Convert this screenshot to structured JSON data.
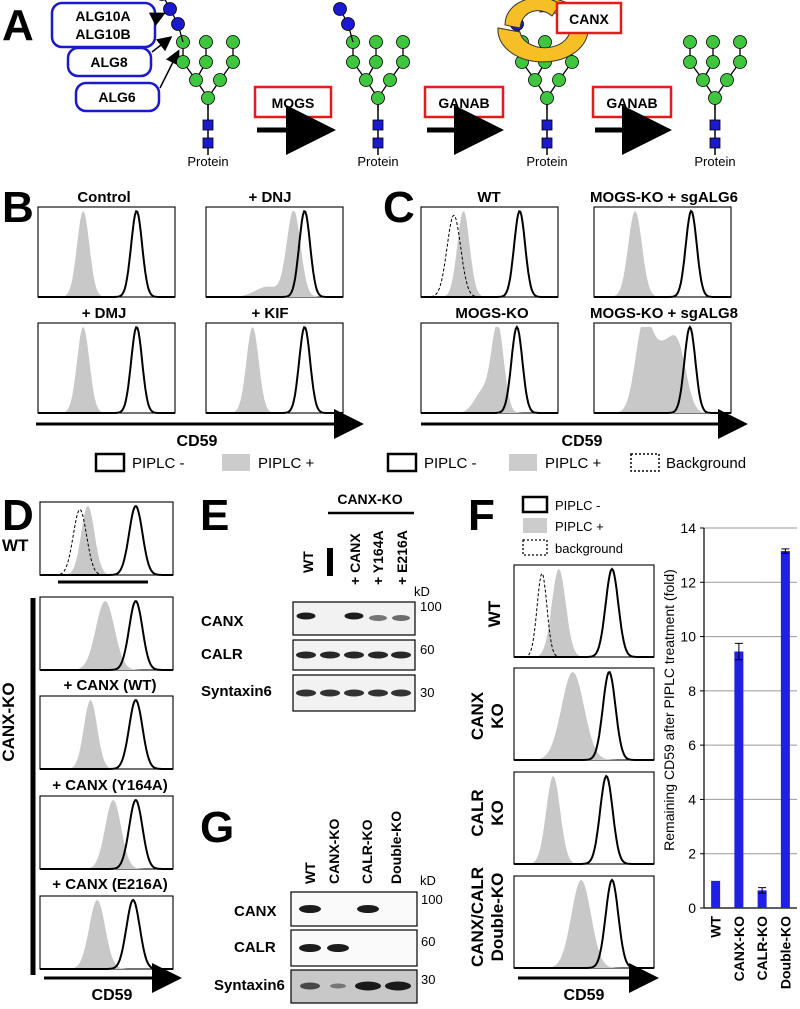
{
  "panelA": {
    "letter": "A",
    "enzymes": [
      "ALG10A",
      "ALG10B",
      "ALG8",
      "ALG6"
    ],
    "steps": [
      "MOGS",
      "GANAB",
      "GANAB"
    ],
    "chaperone": "CANX",
    "protein_label": "Protein"
  },
  "panelB": {
    "letter": "B",
    "titles": [
      "Control",
      "+ DNJ",
      "+ DMJ",
      "+ KIF"
    ],
    "xlabel": "CD59",
    "legend": [
      "PIPLC -",
      "PIPLC +"
    ]
  },
  "panelC": {
    "letter": "C",
    "titles": [
      "WT",
      "MOGS-KO + sgALG6",
      "MOGS-KO",
      "MOGS-KO + sgALG8"
    ],
    "xlabel": "CD59",
    "legend": [
      "PIPLC -",
      "PIPLC +",
      "Background"
    ]
  },
  "panelD": {
    "letter": "D",
    "wt_label": "WT",
    "group_label": "CANX-KO",
    "sub_labels": [
      "+ CANX (WT)",
      "+ CANX (Y164A)",
      "+ CANX (E216A)"
    ],
    "xlabel": "CD59"
  },
  "panelE": {
    "letter": "E",
    "group": "CANX-KO",
    "lanes": [
      "WT",
      "+ CANX",
      "+ Y164A",
      "+ E216A"
    ],
    "rows": [
      "CANX",
      "CALR",
      "Syntaxin6"
    ],
    "kd_label": "kD",
    "markers": [
      "100",
      "60",
      "30"
    ]
  },
  "panelF": {
    "letter": "F",
    "legend": [
      "PIPLC -",
      "PIPLC +",
      "background"
    ],
    "row_labels": [
      "WT",
      "CANX\nKO",
      "CALR\nKO",
      "CANX/CALR\nDouble-KO"
    ],
    "xlabel": "CD59"
  },
  "panelG": {
    "letter": "G",
    "lanes": [
      "WT",
      "CANX-KO",
      "CALR-KO",
      "Double-KO"
    ],
    "rows": [
      "CANX",
      "CALR",
      "Syntaxin6"
    ],
    "kd_label": "kD",
    "markers": [
      "100",
      "60",
      "30"
    ]
  },
  "chart_data": {
    "type": "bar",
    "categories": [
      "WT",
      "CANX-KO",
      "CALR-KO",
      "Double-KO"
    ],
    "values": [
      1.0,
      9.45,
      0.65,
      13.15
    ],
    "errors": [
      0.0,
      0.3,
      0.1,
      0.08
    ],
    "ylabel": "Remaining CD59 after PIPLC treatment (fold)",
    "ylim": [
      0,
      14
    ],
    "yticks": [
      "0",
      "2",
      "4",
      "6",
      "8",
      "10",
      "12",
      "14"
    ],
    "grid": true,
    "bar_color": "#1f1fe6"
  }
}
